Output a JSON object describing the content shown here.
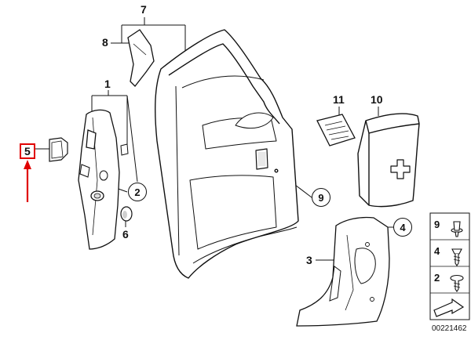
{
  "callouts": {
    "c1": "1",
    "c2": "2",
    "c3": "3",
    "c4": "4",
    "c5": "5",
    "c6": "6",
    "c7": "7",
    "c8": "8",
    "c9": "9",
    "c10": "10",
    "c11": "11"
  },
  "legend": {
    "items": [
      "9",
      "4",
      "2"
    ]
  },
  "diagram_number": "00221462",
  "colors": {
    "line": "#111111",
    "highlight": "#e00000",
    "fill": "#ffffff",
    "shade": "#cfcfcf"
  }
}
